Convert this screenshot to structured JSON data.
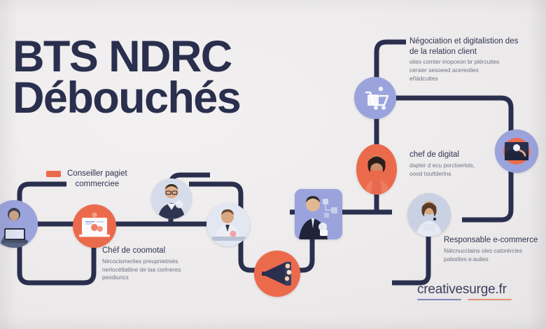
{
  "poster": {
    "background_color": "#eceaea",
    "navy": "#2a2f4e",
    "coral": "#ec6a4c",
    "periwinkle": "#9aa3dc",
    "periwinkle_light": "#c3cbe4",
    "body_text_color": "#6f7285"
  },
  "title": {
    "line1": "BTS NDRC",
    "line2": "Débouchés"
  },
  "legend": {
    "swatch_color": "#ec6a4c",
    "label": "Conseiller pagiet\ncommerciee"
  },
  "callouts": [
    {
      "id": "negociation",
      "title": "Négociation et digitalistion des\nde la relation client",
      "body": "olies comter inopceon br plércuites\ncersier sesoeed acereolies\neñádcuttes"
    },
    {
      "id": "chef-de-digital",
      "title": "chef de digital",
      "body": "dapter d ecu porcloerlols,\noood toutfderlns"
    },
    {
      "id": "responsable-ecommerce",
      "title": "Responsable e-commerce",
      "body": "Nátcnucclains oies catorércies\npalssttes e:aulies"
    },
    {
      "id": "chef-de-coomotal",
      "title": "Chéf de coomotal",
      "body": "Nécocismerlies preupnietniés\nnerlocétlatline de laa corlneres\npeodiurics"
    }
  ],
  "nodes": [
    {
      "id": "person-laptop-left",
      "icon": "person-with-laptop-avatar",
      "shape": "circle",
      "fill": "#9aa3dc"
    },
    {
      "id": "laptop-card",
      "icon": "laptop-illustration-icon",
      "shape": "circle",
      "fill": "#ec6a4c"
    },
    {
      "id": "person-glasses",
      "icon": "person-glasses-avatar",
      "shape": "circle",
      "fill": "#c3cbe4"
    },
    {
      "id": "person-desk",
      "icon": "person-at-desk-avatar",
      "shape": "circle",
      "fill": "#c3cbe4"
    },
    {
      "id": "megaphone",
      "icon": "megaphone-icon",
      "shape": "circle",
      "fill": "#ec6a4c"
    },
    {
      "id": "person-tablet-center",
      "icon": "person-with-tablet-avatar",
      "shape": "square",
      "fill": "#9aa3dc"
    },
    {
      "id": "cart-top",
      "icon": "shopping-cart-icon",
      "shape": "circle",
      "fill": "#9aa3dc"
    },
    {
      "id": "person-orange",
      "icon": "person-portrait-avatar",
      "shape": "circle",
      "fill": "#ec6a4c"
    },
    {
      "id": "person-woman-right",
      "icon": "person-woman-avatar",
      "shape": "circle",
      "fill": "#c3cbe4"
    },
    {
      "id": "handshake-right",
      "icon": "handshake-photo-icon",
      "shape": "circle",
      "fill": "#9aa3dc"
    }
  ],
  "watermark": {
    "text": "creativesurge.fr",
    "rule_left_color": "#7f88b8",
    "rule_right_color": "#e79078"
  }
}
